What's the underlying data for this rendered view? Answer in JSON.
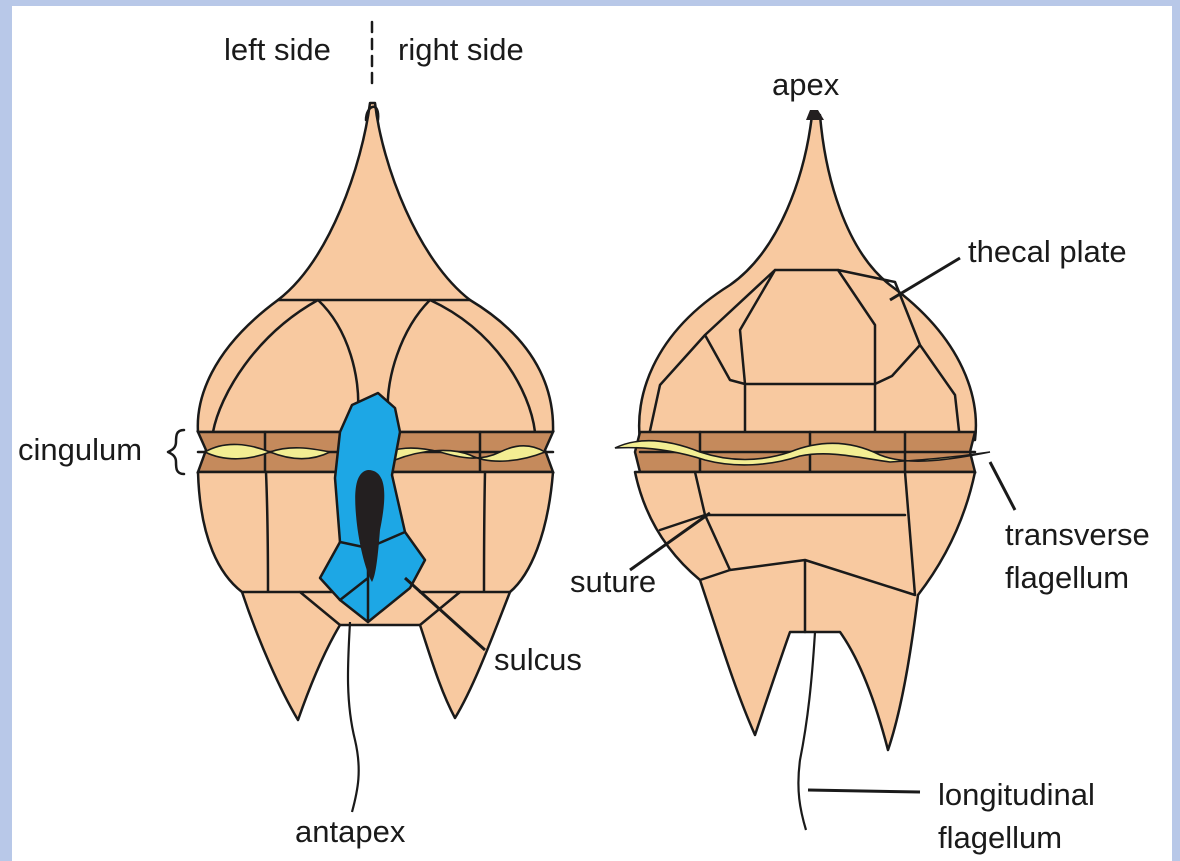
{
  "labels": {
    "left_side": "left side",
    "right_side": "right side",
    "apex": "apex",
    "thecal_plate": "thecal plate",
    "cingulum": "cingulum",
    "transverse_1": "transverse",
    "transverse_2": "flagellum",
    "suture": "suture",
    "sulcus": "sulcus",
    "antapex": "antapex",
    "longitudinal_1": "longitudinal",
    "longitudinal_2": "flagellum"
  },
  "colors": {
    "background": "#b8c8e8",
    "plate": "#f8c9a0",
    "cingulum": "#c58a5c",
    "sulcus": "#1da7e5",
    "flagellum": "#f3ee93",
    "outline": "#1a1a1a"
  }
}
